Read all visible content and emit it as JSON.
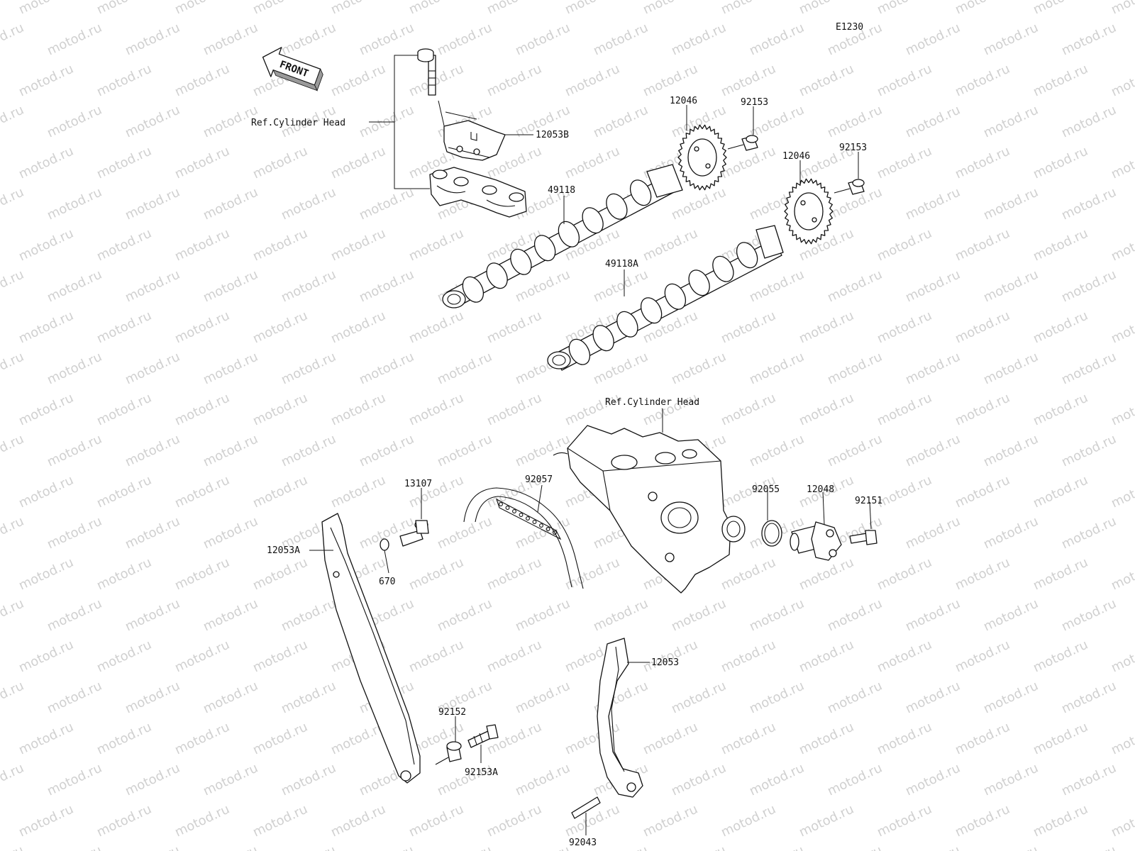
{
  "diagram": {
    "code": "E1230",
    "watermark": "motod.ru",
    "front_label": "FRONT",
    "labels": {
      "ref_cylinder_head_top": "Ref.Cylinder Head",
      "ref_cylinder_head_mid": "Ref.Cylinder Head",
      "p12053B": "12053B",
      "p12046_a": "12046",
      "p92153_a": "92153",
      "p12046_b": "12046",
      "p92153_b": "92153",
      "p49118": "49118",
      "p49118A": "49118A",
      "p13107": "13107",
      "p92057": "92057",
      "p92055": "92055",
      "p12048": "12048",
      "p92151": "92151",
      "p12053A": "12053A",
      "p670": "670",
      "p12053": "12053",
      "p92152": "92152",
      "p92153A": "92153A",
      "p92043": "92043"
    }
  }
}
